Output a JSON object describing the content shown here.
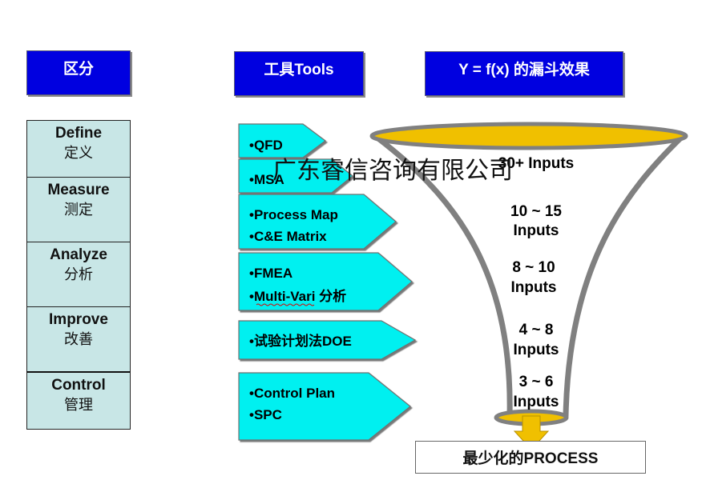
{
  "headers": {
    "phase": "区分",
    "tools": "工具Tools",
    "funnel": "Y = f(x) 的漏斗效果"
  },
  "phases": [
    {
      "en": "Define",
      "zh": "定义"
    },
    {
      "en": "Measure",
      "zh": "测定"
    },
    {
      "en": "Analyze",
      "zh": "分析"
    },
    {
      "en": "Improve",
      "zh": "改善"
    },
    {
      "en": "Control",
      "zh": "管理"
    }
  ],
  "tools": [
    {
      "lines": [
        "•QFD"
      ]
    },
    {
      "lines": [
        "•MSA"
      ]
    },
    {
      "lines": [
        "•Process Map",
        "•C&E Matrix"
      ]
    },
    {
      "lines": [
        "•FMEA",
        "•Multi-Vari 分析"
      ]
    },
    {
      "lines": [
        "•试验计划法DOE"
      ]
    },
    {
      "lines": [
        "•Control Plan",
        "•SPC"
      ]
    }
  ],
  "funnel_levels": [
    {
      "line1": "30+ Inputs",
      "line2": ""
    },
    {
      "line1": "10 ~ 15",
      "line2": "Inputs"
    },
    {
      "line1": "8 ~ 10",
      "line2": "Inputs"
    },
    {
      "line1": "4 ~ 8",
      "line2": "Inputs"
    },
    {
      "line1": "3 ~ 6",
      "line2": "Inputs"
    }
  ],
  "watermark": "广东睿信咨询有限公司",
  "result": "最少化的PROCESS",
  "colors": {
    "header_fill": "#0000e0",
    "phase_fill": "#c8e6e6",
    "tool_fill": "#00f0f0",
    "funnel_rim": "#f0c000",
    "funnel_outline": "#808080",
    "arrow_fill": "#f0c000"
  }
}
